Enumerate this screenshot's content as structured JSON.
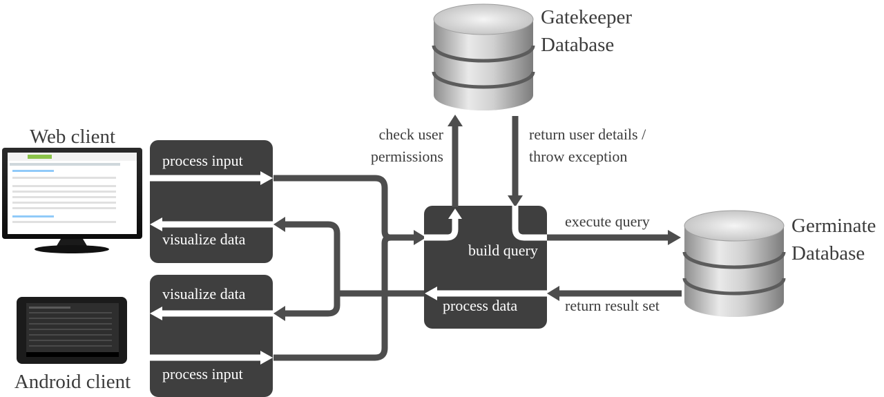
{
  "clients": {
    "web": {
      "title": "Web client"
    },
    "android": {
      "title": "Android client"
    }
  },
  "boxes": {
    "web_process_input": "process input",
    "web_visualize_data": "visualize data",
    "android_visualize_data": "visualize data",
    "android_process_input": "process input",
    "build_query": "build query",
    "process_data": "process data"
  },
  "databases": {
    "gatekeeper": {
      "line1": "Gatekeeper",
      "line2": "Database"
    },
    "germinate": {
      "line1": "Germinate",
      "line2": "Database"
    }
  },
  "edges": {
    "check_user_line1": "check user",
    "check_user_line2": "permissions",
    "return_user_line1": "return user details /",
    "return_user_line2": "throw exception",
    "execute_query": "execute query",
    "return_result_set": "return result set"
  },
  "colors": {
    "box_fill": "#3f3f3f",
    "arrow": "#4d4d4d",
    "text": "#3c3c3c"
  }
}
